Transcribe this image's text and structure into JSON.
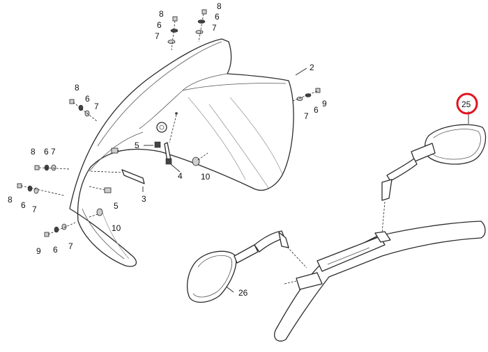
{
  "accent_color": "#e0141e",
  "callouts": [
    {
      "id": "c1",
      "text": "8"
    },
    {
      "id": "c2",
      "text": "6"
    },
    {
      "id": "c3",
      "text": "7"
    },
    {
      "id": "c4",
      "text": "8"
    },
    {
      "id": "c5",
      "text": "6"
    },
    {
      "id": "c6",
      "text": "7"
    },
    {
      "id": "c7",
      "text": "2"
    },
    {
      "id": "c8",
      "text": "9"
    },
    {
      "id": "c9",
      "text": "6"
    },
    {
      "id": "c10",
      "text": "7"
    },
    {
      "id": "c11",
      "text": "8"
    },
    {
      "id": "c12",
      "text": "6"
    },
    {
      "id": "c13",
      "text": "7"
    },
    {
      "id": "c14",
      "text": "5"
    },
    {
      "id": "c15",
      "text": "4"
    },
    {
      "id": "c16",
      "text": "10"
    },
    {
      "id": "c17",
      "text": "8"
    },
    {
      "id": "c18",
      "text": "6"
    },
    {
      "id": "c19",
      "text": "7"
    },
    {
      "id": "c20",
      "text": "8"
    },
    {
      "id": "c21",
      "text": "6"
    },
    {
      "id": "c22",
      "text": "7"
    },
    {
      "id": "c23",
      "text": "3"
    },
    {
      "id": "c24",
      "text": "5"
    },
    {
      "id": "c25",
      "text": "10"
    },
    {
      "id": "c26",
      "text": "9"
    },
    {
      "id": "c27",
      "text": "6"
    },
    {
      "id": "c28",
      "text": "7"
    },
    {
      "id": "c29",
      "text": "26"
    },
    {
      "id": "c30",
      "text": "25"
    }
  ]
}
